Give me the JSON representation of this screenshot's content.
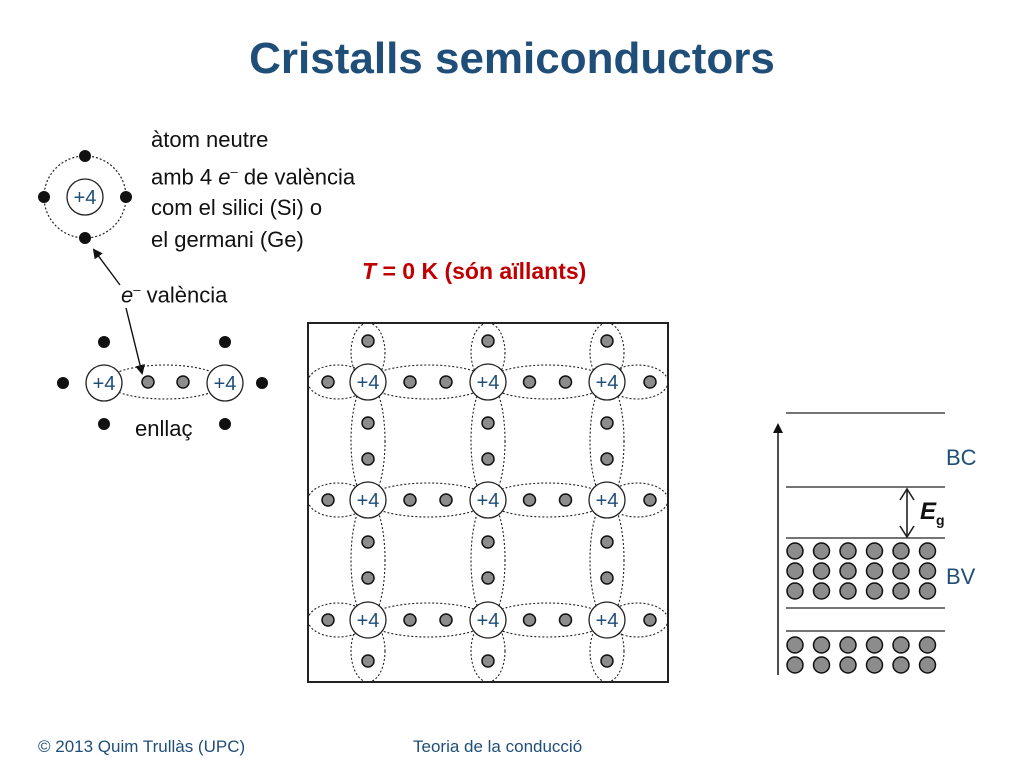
{
  "title": "Cristalls semiconductors",
  "atom": {
    "charge": "+4",
    "description": {
      "line1": "àtom neutre",
      "line2_pre": "amb 4 ",
      "line2_e": "e",
      "line2_sup": "–",
      "line2_post": " de valència",
      "line3": "com el silici (Si) o",
      "line4": "el germani (Ge)"
    }
  },
  "valence_label": {
    "e": "e",
    "sup": "–",
    "text": " valència"
  },
  "bond": {
    "charge_left": "+4",
    "charge_right": "+4",
    "label": "enllaç"
  },
  "temperature": {
    "T": "T",
    "rest": " = 0 K (són aïllants)"
  },
  "lattice": {
    "charge": "+4",
    "rows": 3,
    "cols": 3
  },
  "bands": {
    "bc_label": "BC",
    "bv_label": "BV",
    "gap_symbol": "E",
    "gap_sub": "g",
    "filled_electrons_per_row": 6,
    "filled_rows": 5
  },
  "footer": {
    "left": "© 2013 Quim Trullàs (UPC)",
    "center": "Teoria de la conducció"
  }
}
